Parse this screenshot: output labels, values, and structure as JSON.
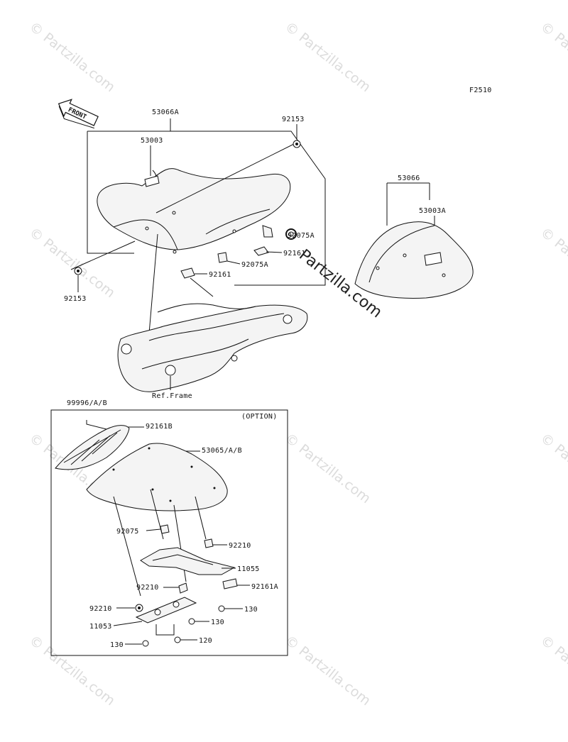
{
  "diagram_code": "F2510",
  "front_label": "FRONT",
  "watermark": "© Partzilla.com",
  "watermark_center": "Partzilla.com",
  "ref_frame": "Ref.Frame",
  "option_label": "(OPTION)",
  "parts": {
    "p53066A": "53066A",
    "p53003": "53003",
    "p92153_top": "92153",
    "p92153_left": "92153",
    "p92075A_top": "92075A",
    "p92075A_mid": "92075A",
    "p92161_right": "92161",
    "p92161_left": "92161",
    "p53066": "53066",
    "p53003A": "53003A",
    "p99996": "99996/A/B",
    "p92161B": "92161B",
    "p53065": "53065/A/B",
    "p92075": "92075",
    "p92210_a": "92210",
    "p11055": "11055",
    "p92161A": "92161A",
    "p92210_b": "92210",
    "p92210_c": "92210",
    "p130_a": "130",
    "p11053": "11053",
    "p130_b": "130",
    "p130_c": "130",
    "p120": "120"
  }
}
